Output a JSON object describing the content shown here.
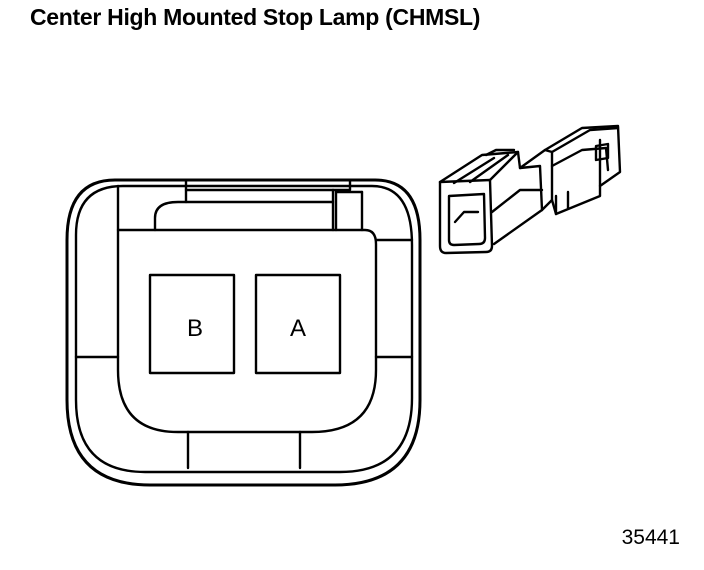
{
  "diagram": {
    "title": "Center High Mounted Stop Lamp (CHMSL)",
    "figure_number": "35441",
    "connector": {
      "cavities": [
        {
          "label": "B"
        },
        {
          "label": "A"
        }
      ]
    },
    "colors": {
      "line": "#000000",
      "background": "#ffffff"
    }
  }
}
